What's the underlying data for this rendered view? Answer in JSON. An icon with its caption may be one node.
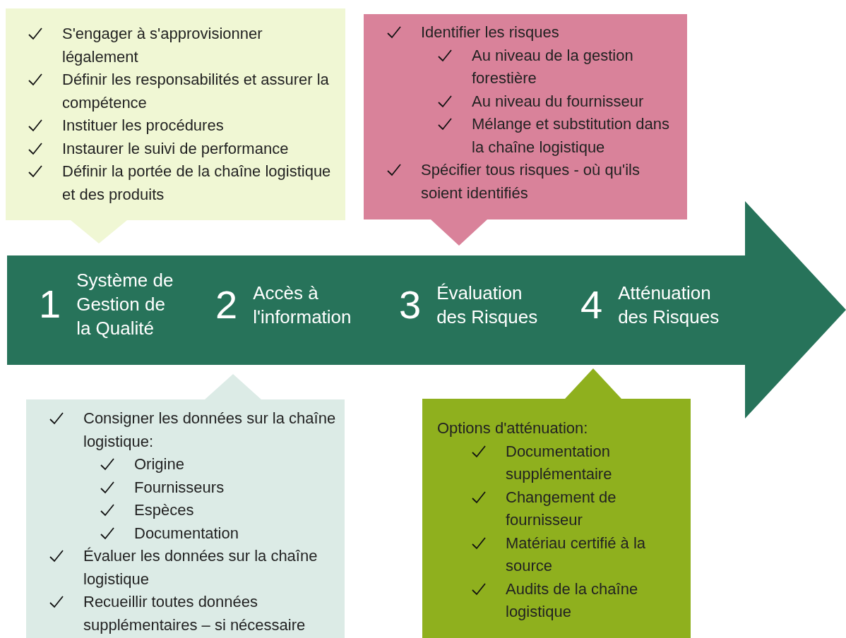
{
  "diagram": {
    "nodes": [
      {
        "text": [
          "S'engager à s'approvisionner légalement",
          "Définir les responsabilités et assurer la compétence",
          "Instituer les procédures",
          "Instaurer le suivi de performance",
          "Définir la portée de la chaîne logistique et des produits"
        ]
      },
      {
        "text": [
          "Identifier les risques",
          "Au niveau de la gestion forestière",
          "Au niveau du fournisseur",
          "Mélange et substitution dans la chaîne logistique",
          "Spécifier tous risques - où qu'ils soient identifiés"
        ]
      },
      {
        "text": [],
        "shape": "arrow"
      },
      {
        "text": [
          "1",
          "Système de Gestion de la Qualité"
        ],
        "in": 2
      },
      {
        "text": [
          "2",
          "Accès à l'information"
        ],
        "in": 2
      },
      {
        "text": [
          "3",
          "Évaluation des Risques"
        ],
        "in": 2
      },
      {
        "text": [
          "4",
          "Atténuation des Risques"
        ],
        "in": 2
      },
      {
        "text": [
          "Consigner les données sur la chaîne logistique:",
          "Origine",
          "Fournisseurs",
          "Espèces",
          "Documentation",
          "Évaluer les données sur la chaîne logistique",
          "Recueillir toutes données supplémentaires – si nécessaire"
        ]
      },
      {
        "text": [
          "Options d'atténuation:",
          "Documentation supplémentaire",
          "Changement de fournisseur",
          "Matériau certifié à la source",
          "Audits de la chaîne logistique"
        ]
      }
    ]
  }
}
